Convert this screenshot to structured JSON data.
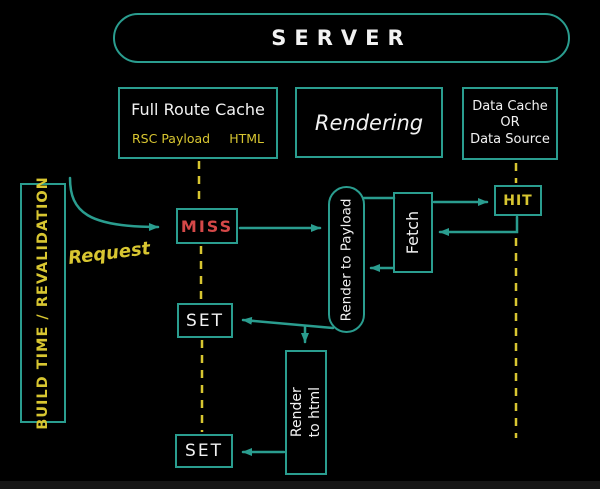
{
  "colors": {
    "teal": "#2a9d8f",
    "yellow": "#d8c631",
    "red": "#d54848",
    "white": "#f2f2f2",
    "background": "#000000",
    "strip": "#161616"
  },
  "nodes": {
    "server": {
      "label": "SERVER"
    },
    "full_route_cache": {
      "title": "Full Route Cache",
      "rsc_label": "RSC Payload",
      "html_label": "HTML"
    },
    "rendering": {
      "label": "Rendering"
    },
    "data_cache": {
      "line1": "Data Cache",
      "line2": "OR",
      "line3": "Data Source"
    },
    "build_time": {
      "label": "BUILD TIME / REVALIDATION"
    },
    "request": {
      "label": "Request"
    },
    "miss": {
      "label": "MISS"
    },
    "render_to_payload": {
      "label": "Render to Payload"
    },
    "fetch": {
      "label": "Fetch"
    },
    "hit": {
      "label": "HIT"
    },
    "set_top": {
      "label": "SET"
    },
    "render_to_html": {
      "line1": "Render",
      "line2": "to html"
    },
    "set_bottom": {
      "label": "SET"
    }
  }
}
